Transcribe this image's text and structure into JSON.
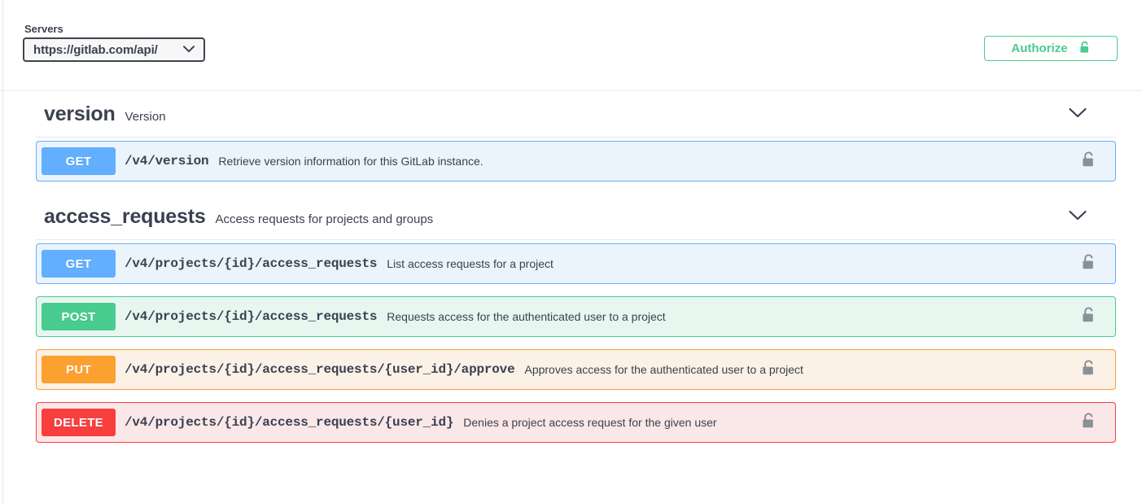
{
  "topbar": {
    "servers_label": "Servers",
    "server_value": "https://gitlab.com/api/",
    "server_caret_icon": "chevron-down-icon",
    "authorize_label": "Authorize",
    "authorize_icon": "unlock-icon"
  },
  "sections": [
    {
      "tag": "version",
      "description": "Version",
      "caret_icon": "chevron-down-icon",
      "operations": [
        {
          "method": "GET",
          "path": "/v4/version",
          "summary": "Retrieve version information for this GitLab instance.",
          "lock_icon": "unlock-icon"
        }
      ]
    },
    {
      "tag": "access_requests",
      "description": "Access requests for projects and groups",
      "caret_icon": "chevron-down-icon",
      "operations": [
        {
          "method": "GET",
          "path": "/v4/projects/{id}/access_requests",
          "summary": "List access requests for a project",
          "lock_icon": "unlock-icon"
        },
        {
          "method": "POST",
          "path": "/v4/projects/{id}/access_requests",
          "summary": "Requests access for the authenticated user to a project",
          "lock_icon": "unlock-icon"
        },
        {
          "method": "PUT",
          "path": "/v4/projects/{id}/access_requests/{user_id}/approve",
          "summary": "Approves access for the authenticated user to a project",
          "lock_icon": "unlock-icon"
        },
        {
          "method": "DELETE",
          "path": "/v4/projects/{id}/access_requests/{user_id}",
          "summary": "Denies a project access request for the given user",
          "lock_icon": "unlock-icon"
        }
      ]
    }
  ],
  "colors": {
    "get": "#61affe",
    "post": "#49cc90",
    "put": "#fca130",
    "delete": "#f93e3e",
    "authorize": "#49cc90",
    "text": "#3b4151"
  }
}
